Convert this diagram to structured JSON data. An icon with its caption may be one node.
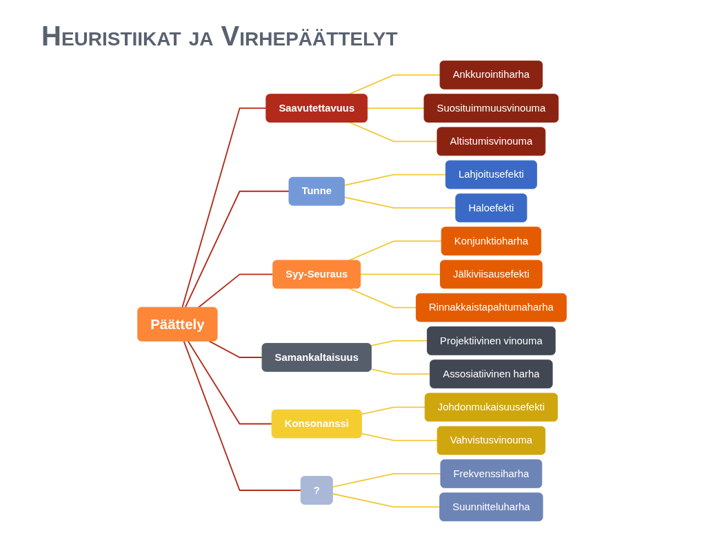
{
  "diagram": {
    "title": "Heuristiikat ja Virhepäättelyt",
    "nodes": [
      {
        "text": [
          "Päättely"
        ]
      },
      {
        "text": [
          "Saavutettavuus"
        ]
      },
      {
        "text": [
          "Ankkurointiharha"
        ]
      },
      {
        "text": [
          "Suosituimmuusvinouma"
        ]
      },
      {
        "text": [
          "Altistumisvinouma"
        ]
      },
      {
        "text": [
          "Tunne"
        ]
      },
      {
        "text": [
          "Lahjoitusefekti"
        ]
      },
      {
        "text": [
          "Haloefekti"
        ]
      },
      {
        "text": [
          "Syy-Seuraus"
        ]
      },
      {
        "text": [
          "Konjunktioharha"
        ]
      },
      {
        "text": [
          "Jälkiviisausefekti"
        ]
      },
      {
        "text": [
          "Rinnakkaistapahtumaharha"
        ]
      },
      {
        "text": [
          "Samankaltaisuus"
        ]
      },
      {
        "text": [
          "Projektiivinen vinouma"
        ]
      },
      {
        "text": [
          "Assosiatiivinen harha"
        ]
      },
      {
        "text": [
          "Konsonanssi"
        ]
      },
      {
        "text": [
          "Johdonmukaisuusefekti"
        ]
      },
      {
        "text": [
          "Vahvistusvinouma"
        ]
      },
      {
        "text": [
          "?"
        ]
      },
      {
        "text": [
          "Frekvenssiharha"
        ]
      },
      {
        "text": [
          "Suunnitteluharha"
        ]
      }
    ],
    "edges": [
      {
        "from": 0,
        "to": 1,
        "arrow": "none",
        "color": "#b22a1a"
      },
      {
        "from": 0,
        "to": 5,
        "arrow": "none",
        "color": "#b22a1a"
      },
      {
        "from": 0,
        "to": 8,
        "arrow": "none",
        "color": "#b22a1a"
      },
      {
        "from": 0,
        "to": 12,
        "arrow": "none",
        "color": "#b22a1a"
      },
      {
        "from": 0,
        "to": 15,
        "arrow": "none",
        "color": "#b22a1a"
      },
      {
        "from": 0,
        "to": 18,
        "arrow": "none",
        "color": "#b22a1a"
      },
      {
        "from": 1,
        "to": 2,
        "arrow": "none"
      },
      {
        "from": 1,
        "to": 3,
        "arrow": "none"
      },
      {
        "from": 1,
        "to": 4,
        "arrow": "none"
      },
      {
        "from": 5,
        "to": 6,
        "arrow": "none"
      },
      {
        "from": 5,
        "to": 7,
        "arrow": "none"
      },
      {
        "from": 8,
        "to": 9,
        "arrow": "none"
      },
      {
        "from": 8,
        "to": 10,
        "arrow": "none"
      },
      {
        "from": 8,
        "to": 11,
        "arrow": "none"
      },
      {
        "from": 12,
        "to": 13,
        "arrow": "none"
      },
      {
        "from": 12,
        "to": 14,
        "arrow": "none"
      },
      {
        "from": 15,
        "to": 16,
        "arrow": "none"
      },
      {
        "from": 15,
        "to": 17,
        "arrow": "none"
      },
      {
        "from": 18,
        "to": 19,
        "arrow": "none"
      },
      {
        "from": 18,
        "to": 20,
        "arrow": "none"
      }
    ]
  }
}
